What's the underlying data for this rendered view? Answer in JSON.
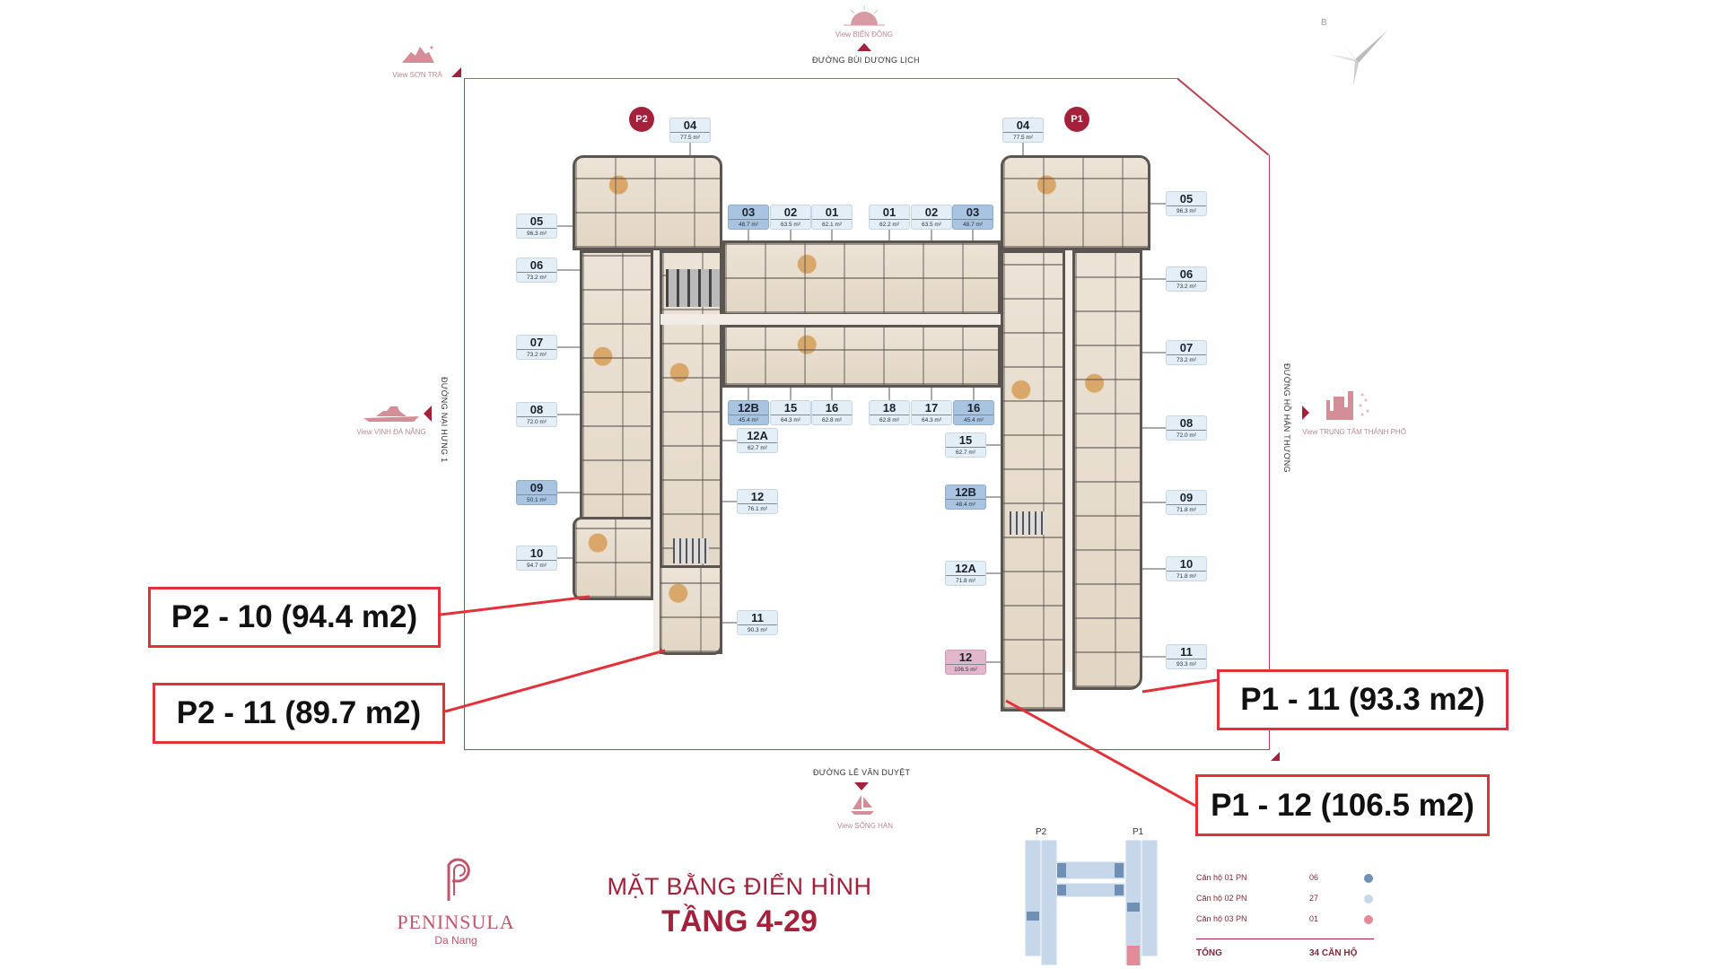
{
  "compass": {
    "north_label": "B"
  },
  "views": {
    "top": {
      "view": "View BIỂN ĐÔNG",
      "road": "ĐƯỜNG BÙI DƯƠNG LỊCH"
    },
    "top_left": {
      "view": "View SƠN TRÀ"
    },
    "left": {
      "view": "View VỊNH ĐÀ NẴNG",
      "road": "ĐƯỜNG NẠI HƯNG 1"
    },
    "right": {
      "view": "View TRUNG TÂM THÀNH PHỐ",
      "road": "ĐƯỜNG HỒ HÁN THƯƠNG"
    },
    "bottom": {
      "view": "View SÔNG HÀN",
      "road": "ĐƯỜNG LÊ VĂN DUYỆT"
    }
  },
  "towers": {
    "p2": "P2",
    "p1": "P1"
  },
  "units_p2": [
    {
      "no": "04",
      "area": "77.5 m²",
      "type": "2"
    },
    {
      "no": "05",
      "area": "96.3 m²",
      "type": "2"
    },
    {
      "no": "06",
      "area": "73.2 m²",
      "type": "2"
    },
    {
      "no": "07",
      "area": "73.2 m²",
      "type": "2"
    },
    {
      "no": "08",
      "area": "72.0 m²",
      "type": "2"
    },
    {
      "no": "09",
      "area": "50.1 m²",
      "type": "1"
    },
    {
      "no": "10",
      "area": "94.7 m²",
      "type": "2"
    },
    {
      "no": "03",
      "area": "48.7 m²",
      "type": "1"
    },
    {
      "no": "02",
      "area": "63.5 m²",
      "type": "2"
    },
    {
      "no": "01",
      "area": "62.1 m²",
      "type": "2"
    },
    {
      "no": "12B",
      "area": "45.4 m²",
      "type": "1"
    },
    {
      "no": "15",
      "area": "64.3 m²",
      "type": "2"
    },
    {
      "no": "16",
      "area": "62.8 m²",
      "type": "2"
    },
    {
      "no": "12A",
      "area": "62.7 m²",
      "type": "2"
    },
    {
      "no": "12",
      "area": "76.1 m²",
      "type": "2"
    },
    {
      "no": "11",
      "area": "90.3 m²",
      "type": "2"
    }
  ],
  "units_p1": [
    {
      "no": "04",
      "area": "77.5 m²",
      "type": "2"
    },
    {
      "no": "01",
      "area": "62.2 m²",
      "type": "2"
    },
    {
      "no": "02",
      "area": "63.5 m²",
      "type": "2"
    },
    {
      "no": "03",
      "area": "48.7 m²",
      "type": "1"
    },
    {
      "no": "05",
      "area": "96.3 m²",
      "type": "2"
    },
    {
      "no": "06",
      "area": "73.2 m²",
      "type": "2"
    },
    {
      "no": "07",
      "area": "73.2 m²",
      "type": "2"
    },
    {
      "no": "08",
      "area": "72.0 m²",
      "type": "2"
    },
    {
      "no": "09",
      "area": "71.8 m²",
      "type": "2"
    },
    {
      "no": "10",
      "area": "71.8 m²",
      "type": "2"
    },
    {
      "no": "11",
      "area": "93.3 m²",
      "type": "2"
    },
    {
      "no": "18",
      "area": "62.8 m²",
      "type": "2"
    },
    {
      "no": "17",
      "area": "64.3 m²",
      "type": "2"
    },
    {
      "no": "16",
      "area": "45.4 m²",
      "type": "1"
    },
    {
      "no": "15",
      "area": "62.7 m²",
      "type": "2"
    },
    {
      "no": "12B",
      "area": "48.4 m²",
      "type": "1"
    },
    {
      "no": "12A",
      "area": "71.8 m²",
      "type": "2"
    },
    {
      "no": "12",
      "area": "106.5 m²",
      "type": "3"
    }
  ],
  "callouts": [
    "P2 - 10 (94.4 m2)",
    "P2 - 11 (89.7 m2)",
    "P1 - 11 (93.3 m2)",
    "P1 - 12 (106.5 m2)"
  ],
  "brand": {
    "name": "PENINSULA",
    "sub": "Da Nang"
  },
  "title": {
    "line1": "MẶT BẰNG ĐIỂN HÌNH",
    "line2": "TẦNG 4-29"
  },
  "keyplan": {
    "p2": "P2",
    "p1": "P1"
  },
  "legend": {
    "rows": [
      {
        "label": "Căn hộ 01 PN",
        "count": "06",
        "color": "#6f8fb5"
      },
      {
        "label": "Căn hộ 02 PN",
        "count": "27",
        "color": "#c6d7ea"
      },
      {
        "label": "Căn hộ 03 PN",
        "count": "01",
        "color": "#e58a98"
      }
    ],
    "total_label": "TỔNG",
    "total_value": "34 CĂN HỘ"
  },
  "colors": {
    "brand": "#a3213a",
    "callout": "#e3313a",
    "one_pn": "#a9c4e0",
    "two_pn": "#e4eef6",
    "three_pn": "#e3b6cb"
  }
}
